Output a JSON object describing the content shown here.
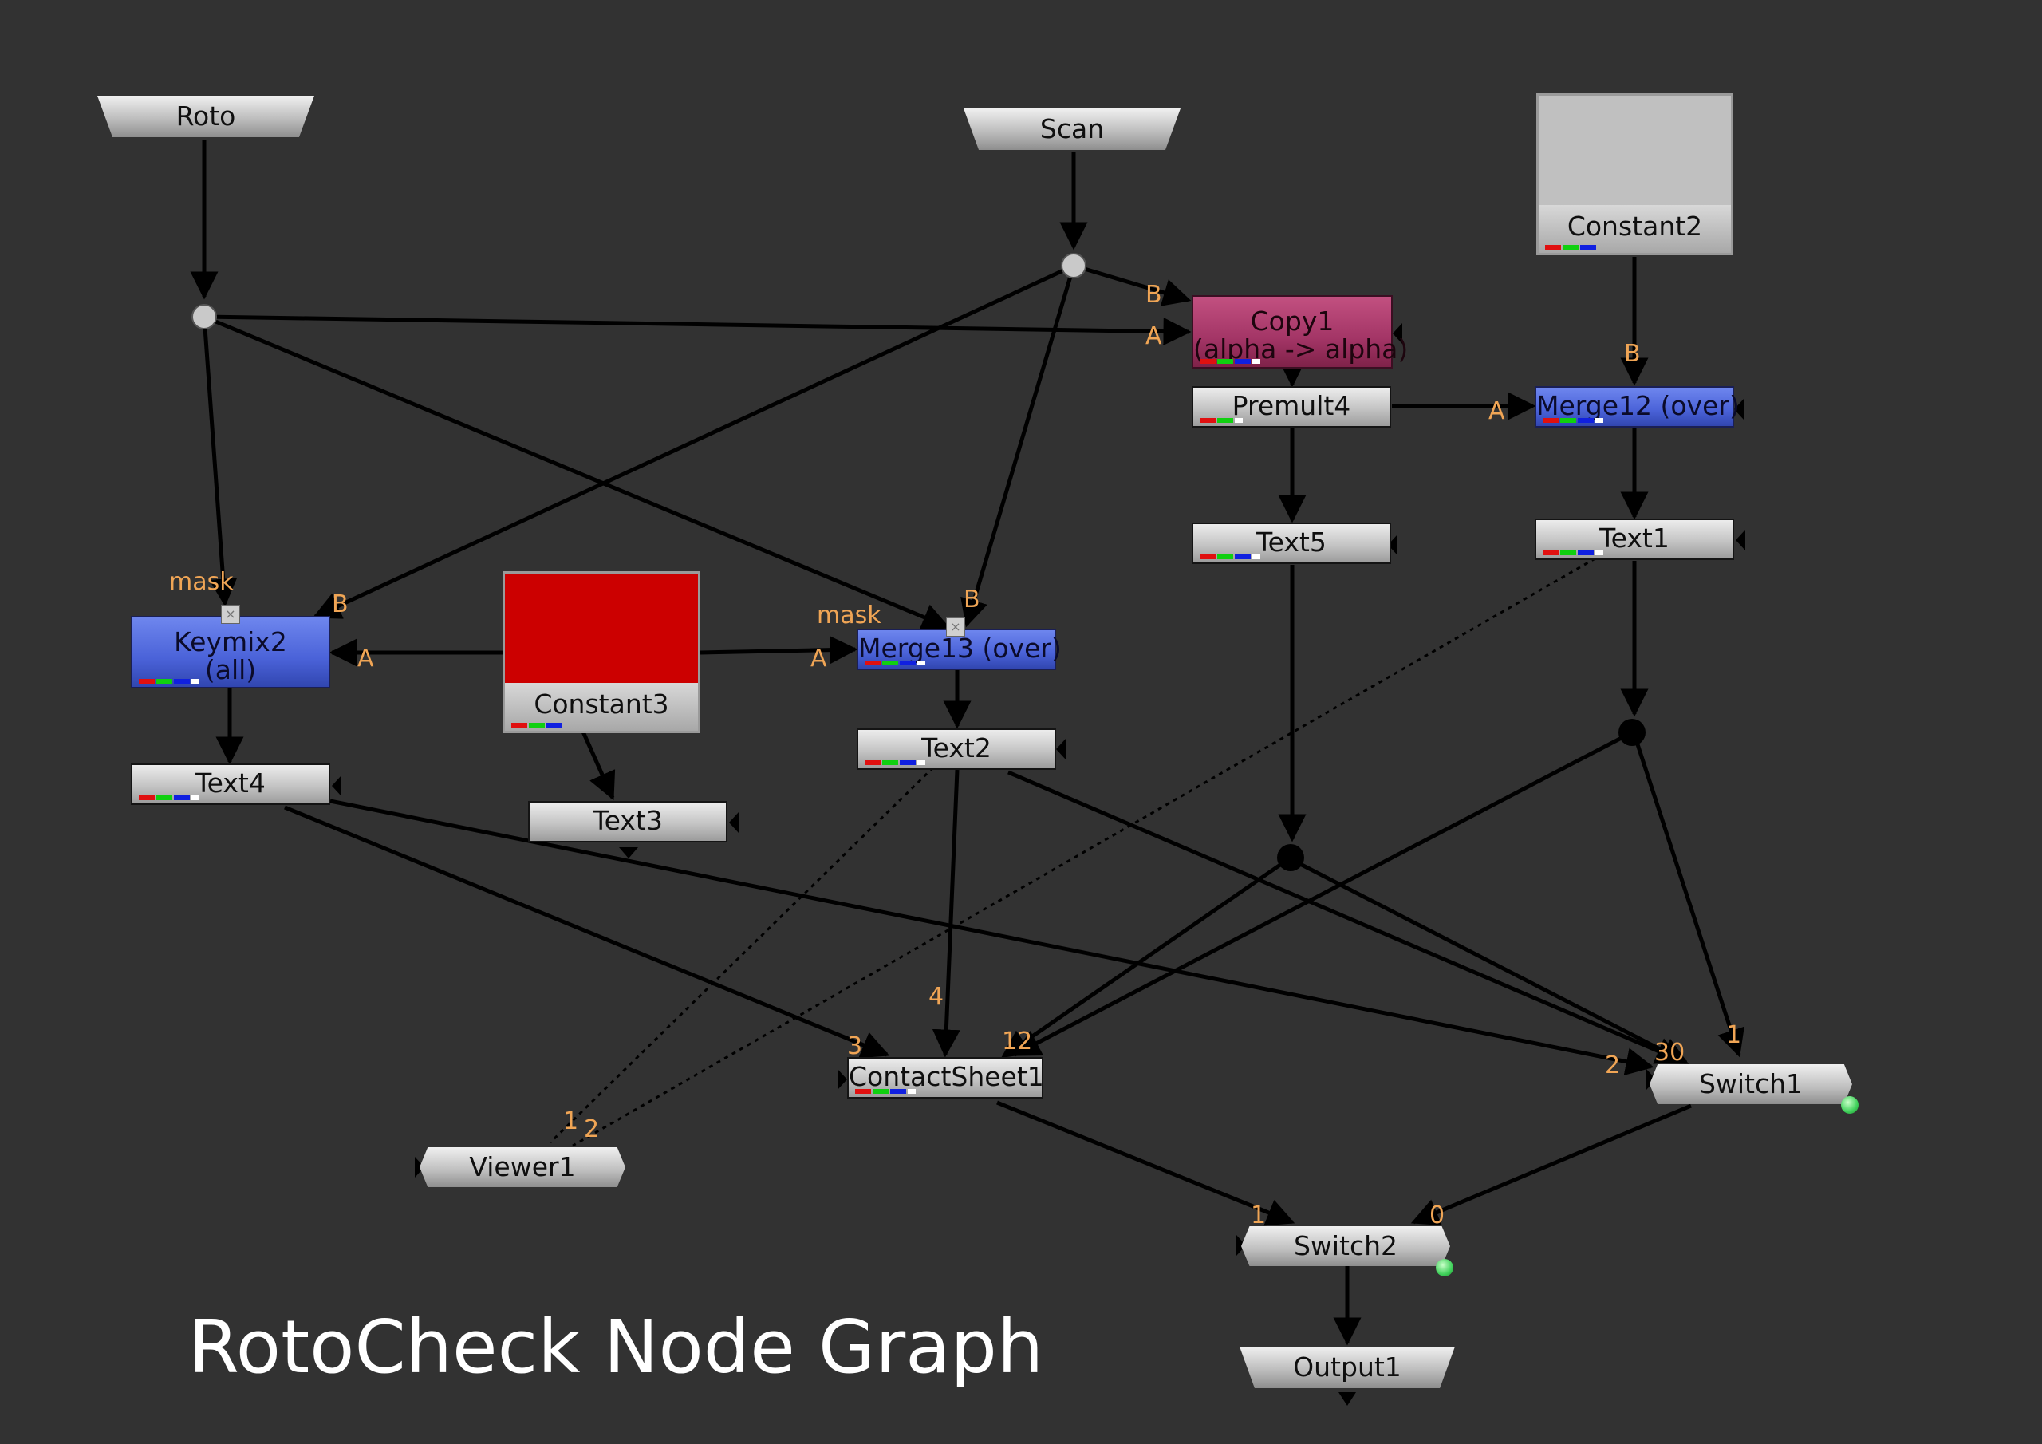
{
  "title": "RotoCheck Node Graph",
  "colors": {
    "background": "#323232",
    "edge": "#000000",
    "port_label": "#f0a555",
    "merge_node": "#4a62d8",
    "copy_node": "#a33566",
    "constant3_color": "#cc0000",
    "constant2_color": "#c0c0c0"
  },
  "nodes": {
    "roto": "Roto",
    "scan": "Scan",
    "constant2": "Constant2",
    "copy1": "Copy1",
    "copy1_sub": "(alpha -> alpha)",
    "premult4": "Premult4",
    "merge12": "Merge12 (over)",
    "text5": "Text5",
    "text1": "Text1",
    "keymix2": "Keymix2",
    "keymix2_sub": "(all)",
    "constant3": "Constant3",
    "merge13": "Merge13 (over)",
    "text4": "Text4",
    "text3": "Text3",
    "text2": "Text2",
    "contactsheet1": "ContactSheet1",
    "switch1": "Switch1",
    "viewer1": "Viewer1",
    "switch2": "Switch2",
    "output1": "Output1"
  },
  "ports": {
    "copy1_b": "B",
    "copy1_a": "A",
    "merge12_a": "A",
    "merge12_b": "B",
    "keymix2_mask": "mask",
    "keymix2_b": "B",
    "keymix2_a": "A",
    "merge13_mask": "mask",
    "merge13_b": "B",
    "merge13_a": "A",
    "cs_4": "4",
    "cs_3": "3",
    "cs_12": "12",
    "sw1_1": "1",
    "sw1_2": "2",
    "sw1_30": "30",
    "viewer_1": "1",
    "viewer_2": "2",
    "sw2_1": "1",
    "sw2_0": "0"
  }
}
